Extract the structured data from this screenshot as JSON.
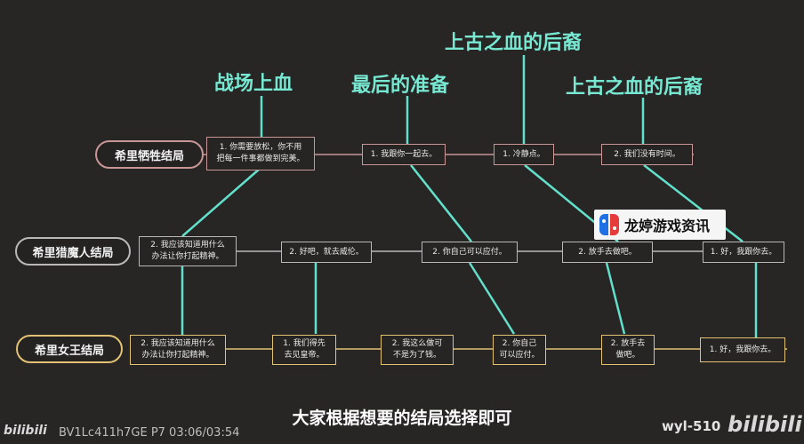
{
  "chapters": [
    "战场上血",
    "最后的准备",
    "上古之血的后裔",
    "上古之血的后裔"
  ],
  "endings": {
    "row1": "希里牺牲结局",
    "row2": "希里猎魔人结局",
    "row3": "希里女王结局"
  },
  "row1_choices": [
    "1. 你需要放松，你不用\n把每一件事都做到完美。",
    "1. 我跟你一起去。",
    "1. 冷静点。",
    "2. 我们没有时间。"
  ],
  "row2_choices": [
    "2. 我应该知道用什么\n办法让你打起精神。",
    "2. 好吧，就去威伦。",
    "2. 你自己可以应付。",
    "2. 放手去做吧。",
    "1. 好，我跟你去。"
  ],
  "row3_choices": [
    "2. 我应该知道用什么\n办法让你打起精神。",
    "1. 我们得先\n去见皇帝。",
    "2. 我这么做可\n不是为了钱。",
    "2. 你自己\n可以应付。",
    "2. 放手去\n做吧。",
    "1. 好，我跟你去。"
  ],
  "subtitle": "大家根据想要的结局选择即可",
  "watermark": "龙婷游戏资讯",
  "bili_logo": "bilibili",
  "video_meta": "BV1Lc411h7GE P7 03:06/03:54",
  "uploader": "wyl-510",
  "colors": {
    "row1": "#c99696",
    "row2": "#b9b9b9",
    "row3": "#e2c173",
    "connector": "#63e0cb",
    "chapter": "#77e8d2"
  }
}
